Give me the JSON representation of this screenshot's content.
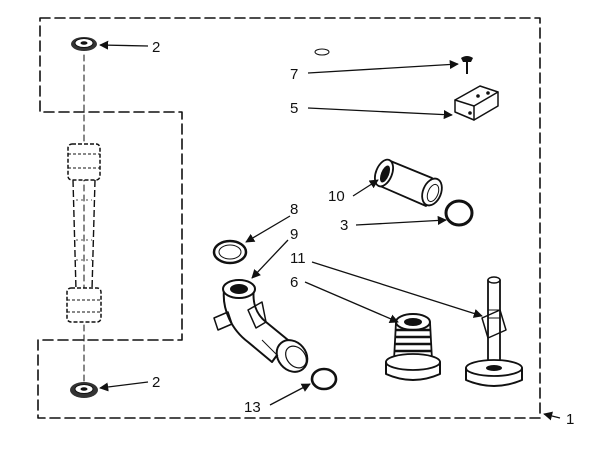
{
  "diagram": {
    "callouts": {
      "c1": "1",
      "c2_top": "2",
      "c2_bottom": "2",
      "c3": "3",
      "c5": "5",
      "c6": "6",
      "c7": "7",
      "c8": "8",
      "c9": "9",
      "c10": "10",
      "c11": "11",
      "c13": "13"
    },
    "ink_color": "#111111",
    "background_color": "#ffffff"
  }
}
